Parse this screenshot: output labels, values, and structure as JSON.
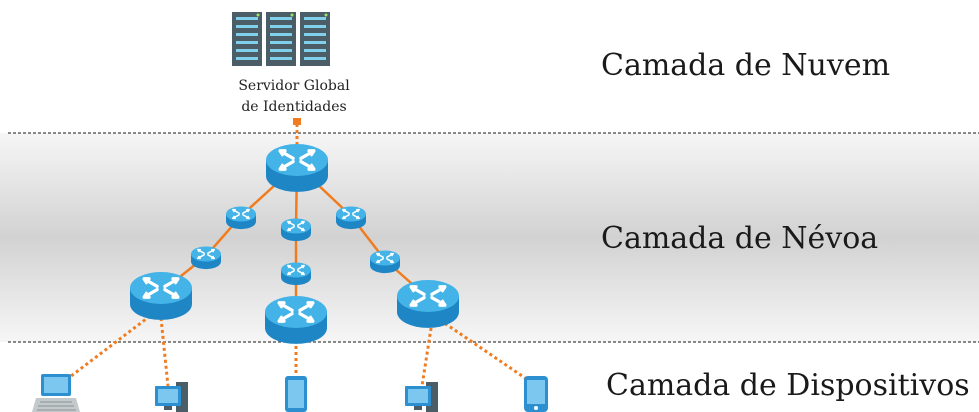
{
  "server": {
    "caption_line1": "Servidor Global",
    "caption_line2": "de Identidades"
  },
  "layers": {
    "cloud": "Camada de Nuvem",
    "fog": "Camada de Névoa",
    "devices": "Camada de Dispositivos"
  },
  "colors": {
    "router_top": "#43b3e8",
    "router_side": "#1f86c6",
    "link": "#f07c1f",
    "separator": "#444444",
    "device": "#2b8fd0",
    "server": "#4b5d66"
  },
  "icons": {
    "server": "server-rack-icon",
    "router": "router-icon",
    "laptop": "laptop-icon",
    "desktop": "desktop-computer-icon",
    "tablet": "tablet-icon",
    "phone": "smartphone-icon"
  }
}
